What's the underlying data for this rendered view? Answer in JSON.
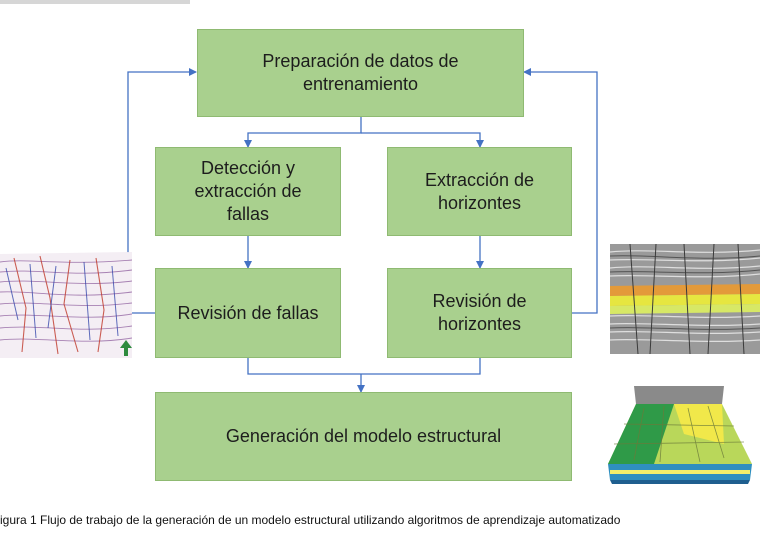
{
  "nodes": {
    "training_data": "Preparación de datos de\nentrenamiento",
    "fault_detection": "Detección y\nextracción de\nfallas",
    "horizon_extraction": "Extracción de\nhorizontes",
    "fault_review": "Revisión de fallas",
    "horizon_review": "Revisión de\nhorizontes",
    "model_generation": "Generación del modelo estructural"
  },
  "caption": "igura 1 Flujo de trabajo de la generación de un modelo estructural utilizando algoritmos de aprendizaje automatizado",
  "images": {
    "left": "seismic-fault-attribute-image",
    "right_top": "seismic-horizon-section-image",
    "right_bottom": "3d-structural-model-image"
  },
  "colors": {
    "box_fill": "#a9d08e",
    "box_border": "#8fba72",
    "arrow": "#4472c4"
  }
}
